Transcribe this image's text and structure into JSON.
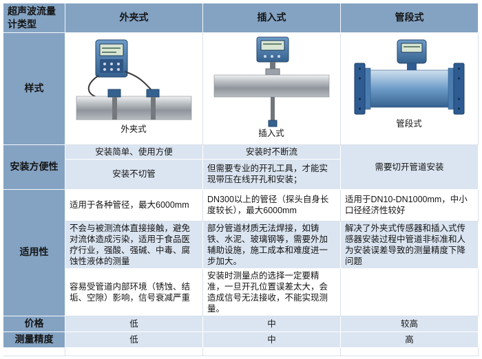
{
  "colors": {
    "header_bg": "#84a3c3",
    "band_bg": "#dbe5f1",
    "white_bg": "#ffffff",
    "device_blue": "#35618f",
    "pipe_gray": "#8f959b"
  },
  "table": {
    "corner_label": "超声波流量计类型",
    "columns": [
      "外夹式",
      "插入式",
      "管段式"
    ],
    "style_row": {
      "label": "样式",
      "captions": [
        "外夹式",
        "插入式",
        "管段式"
      ]
    },
    "install_row": {
      "label": "安装方便性",
      "clamp_line1": "安装简单、使用方便",
      "insert_line1": "安装时不断流",
      "pipe_merged": "需要切开管道安装",
      "clamp_line2": "安装不切管",
      "insert_line2": "但需要专业的开孔工具，才能实现带压在线开孔和安装；"
    },
    "applicability_row": {
      "label": "适用性",
      "clamp_1": "适用于各种管径，最大6000mm",
      "insert_1": "DN300以上的管径（探头自身长度较长），最大6000mm",
      "pipe_1": "适用于DN10-DN1000mm，中小口径经济性较好",
      "clamp_2": "不会与被测流体直接接触，避免对流体造成污染，适用于食品医疗行业，强酸、强碱、中毒、腐蚀性液体的测量",
      "insert_2": "部分管道材质无法焊接，如铸铁、水泥、玻璃钢等，需要外加辅助设施，施工成本和难度进一步加大。",
      "pipe_2": "解决了外夹式传感器和插入式传感器安装过程中管道非标准和人为安装误差导致的测量精度下降问题",
      "clamp_3": "容易受管道内部环境（锈蚀、结垢、空隙）影响，信号衰减严重",
      "insert_3": "安装时测量点的选择一定要精准，一旦开孔位置误差太大，会造成信号无法接收，不能实现测量。",
      "pipe_3": ""
    },
    "price_row": {
      "label": "价格",
      "values": [
        "低",
        "中",
        "较高"
      ]
    },
    "accuracy_row": {
      "label": "测量精度",
      "values": [
        "低",
        "中",
        "高"
      ]
    }
  }
}
